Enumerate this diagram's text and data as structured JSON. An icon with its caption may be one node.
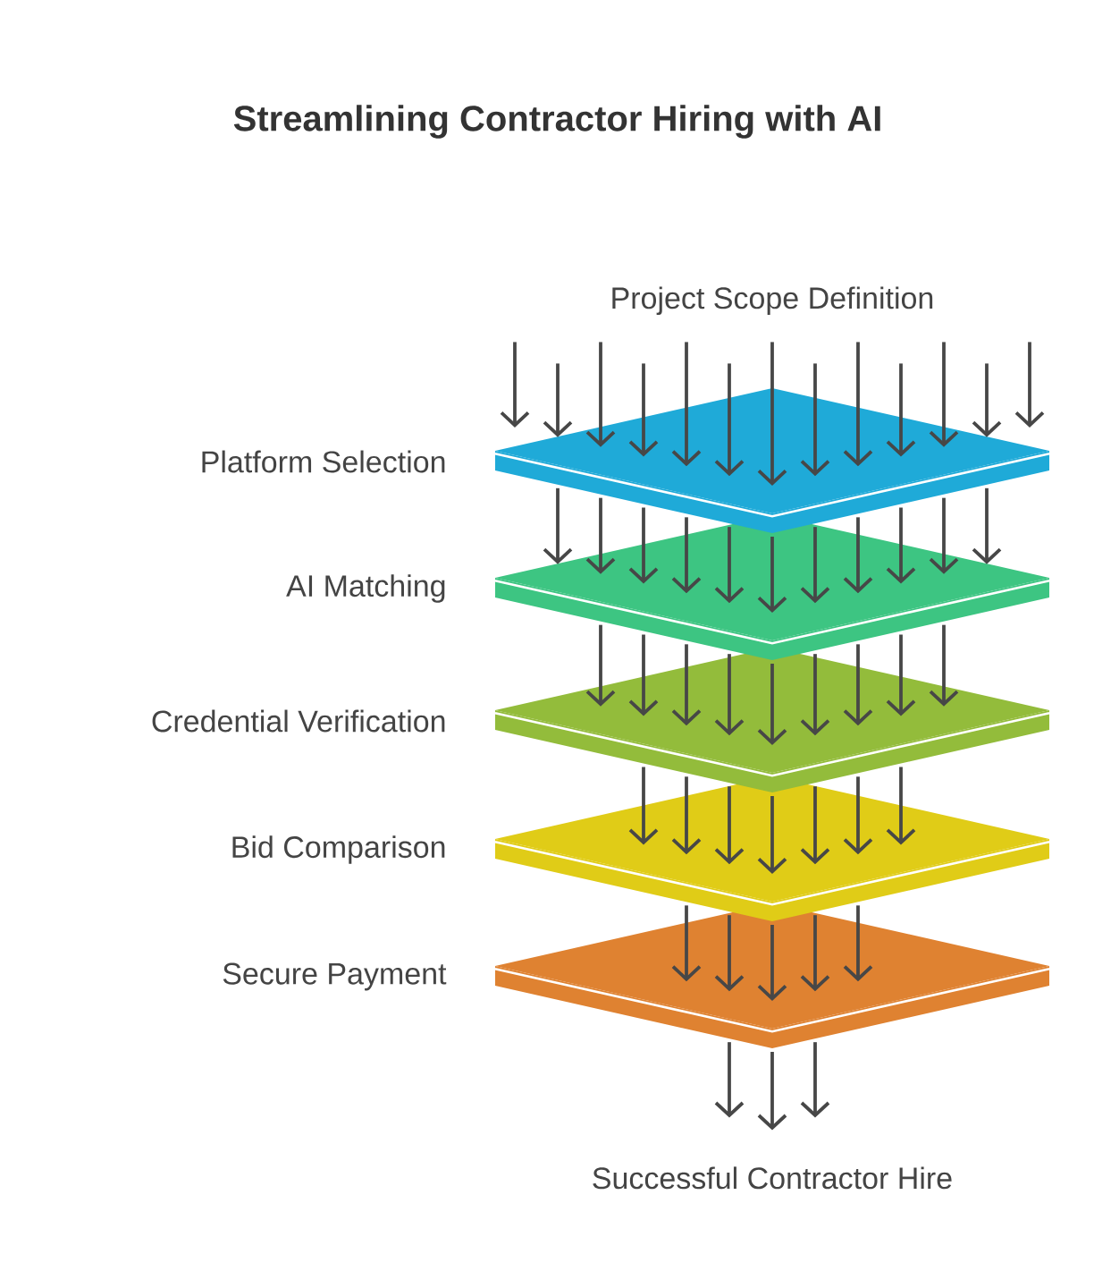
{
  "diagram": {
    "title": "Streamlining Contractor Hiring with AI",
    "nodes": [
      {
        "text": [
          "Project Scope Definition"
        ]
      },
      {
        "text": [],
        "shape": "diamond",
        "beside": [
          "Platform Selection"
        ]
      },
      {
        "text": [],
        "shape": "diamond",
        "beside": [
          "AI Matching"
        ]
      },
      {
        "text": [],
        "shape": "diamond",
        "beside": [
          "Credential Verification"
        ]
      },
      {
        "text": [],
        "shape": "diamond",
        "beside": [
          "Bid Comparison"
        ]
      },
      {
        "text": [],
        "shape": "diamond",
        "beside": [
          "Secure Payment"
        ]
      },
      {
        "text": [
          "Successful Contractor Hire"
        ]
      }
    ],
    "edges": [
      {
        "from": 0,
        "to": 1,
        "arrow": "to"
      },
      {
        "from": 0,
        "to": 1,
        "arrow": "to"
      },
      {
        "from": 0,
        "to": 1,
        "arrow": "to"
      },
      {
        "from": 0,
        "to": 1,
        "arrow": "to"
      },
      {
        "from": 0,
        "to": 1,
        "arrow": "to"
      },
      {
        "from": 0,
        "to": 1,
        "arrow": "to"
      },
      {
        "from": 0,
        "to": 1,
        "arrow": "to"
      },
      {
        "from": 0,
        "to": 1,
        "arrow": "to"
      },
      {
        "from": 0,
        "to": 1,
        "arrow": "to"
      },
      {
        "from": 0,
        "to": 1,
        "arrow": "to"
      },
      {
        "from": 0,
        "to": 1,
        "arrow": "to"
      },
      {
        "from": 0,
        "to": 1,
        "arrow": "to"
      },
      {
        "from": 0,
        "to": 1,
        "arrow": "to"
      },
      {
        "from": 1,
        "to": 2,
        "arrow": "to"
      },
      {
        "from": 1,
        "to": 2,
        "arrow": "to"
      },
      {
        "from": 1,
        "to": 2,
        "arrow": "to"
      },
      {
        "from": 1,
        "to": 2,
        "arrow": "to"
      },
      {
        "from": 1,
        "to": 2,
        "arrow": "to"
      },
      {
        "from": 1,
        "to": 2,
        "arrow": "to"
      },
      {
        "from": 1,
        "to": 2,
        "arrow": "to"
      },
      {
        "from": 1,
        "to": 2,
        "arrow": "to"
      },
      {
        "from": 1,
        "to": 2,
        "arrow": "to"
      },
      {
        "from": 1,
        "to": 2,
        "arrow": "to"
      },
      {
        "from": 1,
        "to": 2,
        "arrow": "to"
      },
      {
        "from": 2,
        "to": 3,
        "arrow": "to"
      },
      {
        "from": 2,
        "to": 3,
        "arrow": "to"
      },
      {
        "from": 2,
        "to": 3,
        "arrow": "to"
      },
      {
        "from": 2,
        "to": 3,
        "arrow": "to"
      },
      {
        "from": 2,
        "to": 3,
        "arrow": "to"
      },
      {
        "from": 2,
        "to": 3,
        "arrow": "to"
      },
      {
        "from": 2,
        "to": 3,
        "arrow": "to"
      },
      {
        "from": 2,
        "to": 3,
        "arrow": "to"
      },
      {
        "from": 2,
        "to": 3,
        "arrow": "to"
      },
      {
        "from": 3,
        "to": 4,
        "arrow": "to"
      },
      {
        "from": 3,
        "to": 4,
        "arrow": "to"
      },
      {
        "from": 3,
        "to": 4,
        "arrow": "to"
      },
      {
        "from": 3,
        "to": 4,
        "arrow": "to"
      },
      {
        "from": 3,
        "to": 4,
        "arrow": "to"
      },
      {
        "from": 3,
        "to": 4,
        "arrow": "to"
      },
      {
        "from": 3,
        "to": 4,
        "arrow": "to"
      },
      {
        "from": 4,
        "to": 5,
        "arrow": "to"
      },
      {
        "from": 4,
        "to": 5,
        "arrow": "to"
      },
      {
        "from": 4,
        "to": 5,
        "arrow": "to"
      },
      {
        "from": 4,
        "to": 5,
        "arrow": "to"
      },
      {
        "from": 4,
        "to": 5,
        "arrow": "to"
      },
      {
        "from": 5,
        "to": 6,
        "arrow": "to"
      },
      {
        "from": 5,
        "to": 6,
        "arrow": "to"
      },
      {
        "from": 5,
        "to": 6,
        "arrow": "to"
      }
    ]
  }
}
